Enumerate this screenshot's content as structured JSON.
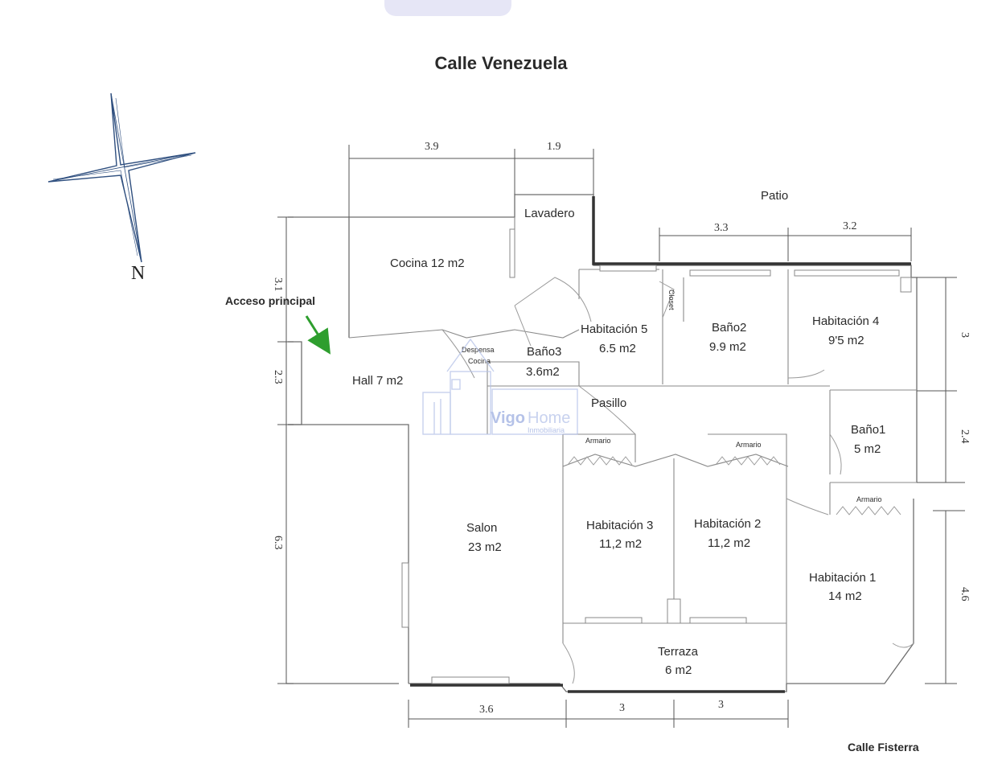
{
  "streets": {
    "top": "Calle Venezuela",
    "bottom": "Calle Fisterra"
  },
  "compass": {
    "north_label": "N",
    "icon": "compass-rose-icon"
  },
  "entrance": {
    "label": "Acceso principal",
    "arrow_color": "#2e9e2e"
  },
  "watermark": {
    "brand_a": "Vigo",
    "brand_b": "Home",
    "subtitle": "Inmobiliaria",
    "color": "#b5c2e8"
  },
  "rooms": [
    {
      "id": "cocina",
      "name": "Cocina 12 m2",
      "area": ""
    },
    {
      "id": "lavadero",
      "name": "Lavadero",
      "area": ""
    },
    {
      "id": "patio",
      "name": "Patio",
      "area": ""
    },
    {
      "id": "habitacion5",
      "name": "Habitación 5",
      "area": "6.5 m2"
    },
    {
      "id": "bano2",
      "name": "Baño2",
      "area": "9.9 m2"
    },
    {
      "id": "habitacion4",
      "name": "Habitación 4",
      "area": "9'5 m2"
    },
    {
      "id": "bano3",
      "name": "Baño3",
      "area": "3.6m2"
    },
    {
      "id": "hall",
      "name": "Hall 7 m2",
      "area": ""
    },
    {
      "id": "pasillo",
      "name": "Pasillo",
      "area": ""
    },
    {
      "id": "bano1",
      "name": "Baño1",
      "area": "5 m2"
    },
    {
      "id": "salon",
      "name": "Salon",
      "area": "23 m2"
    },
    {
      "id": "habitacion3",
      "name": "Habitación 3",
      "area": "11,2 m2"
    },
    {
      "id": "habitacion2",
      "name": "Habitación 2",
      "area": "11,2 m2"
    },
    {
      "id": "habitacion1",
      "name": "Habitación 1",
      "area": "14 m2"
    },
    {
      "id": "terraza",
      "name": "Terraza",
      "area": "6 m2"
    }
  ],
  "closets": {
    "label": "Armario"
  },
  "small_labels": {
    "despensa": "Despensa",
    "cocina_small": "Cocina",
    "small_vert": "Closet"
  },
  "dimensions": {
    "top": [
      "3.9",
      "1.9"
    ],
    "patio": [
      "3.3",
      "3.2"
    ],
    "left": [
      "3.1",
      "2.3",
      "6.3"
    ],
    "right": [
      "3",
      "2.4",
      "4.6"
    ],
    "bottom": [
      "3.6",
      "3",
      "3"
    ]
  }
}
